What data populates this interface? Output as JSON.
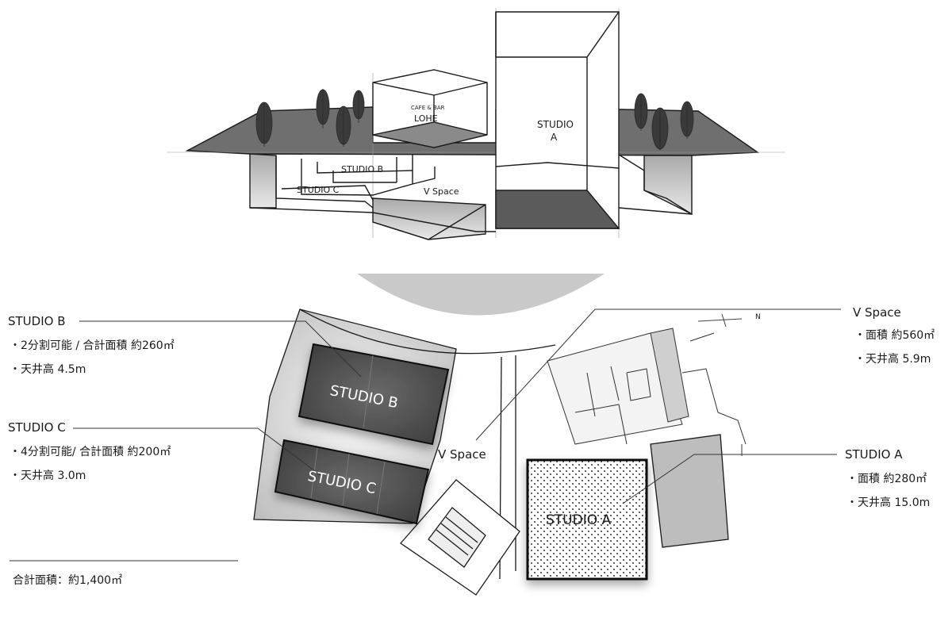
{
  "perspective": {
    "cafe_small": "CAFE & BAR",
    "cafe_name": "LOHE",
    "studio_a_line1": "STUDIO",
    "studio_a_line2": "A",
    "studio_b": "STUDIO B",
    "studio_c": "STUDIO C",
    "v_space": "V Space"
  },
  "plan": {
    "studio_b": "STUDIO B",
    "studio_c": "STUDIO C",
    "studio_a": "STUDIO A",
    "v_space": "V Space",
    "north_mark": "N"
  },
  "specs": {
    "studio_b": {
      "title": "STUDIO B",
      "lines": [
        "・2分割可能 / 合計面積 約260㎡",
        "・天井高 4.5m"
      ]
    },
    "studio_c": {
      "title": "STUDIO C",
      "lines": [
        "・4分割可能/ 合計面積 約200㎡",
        "・天井高 3.0m"
      ]
    },
    "v_space": {
      "title": "V Space",
      "lines": [
        "・面積 約560㎡",
        "・天井高 5.9m"
      ]
    },
    "studio_a": {
      "title": "STUDIO A",
      "lines": [
        "・面積 約280㎡",
        "・天井高 15.0m"
      ]
    },
    "total": "合計面積：約1,400㎡"
  },
  "colors": {
    "roof": "#6f6f6f",
    "studio_dark": "#3f3f3f",
    "site": "#d4d4d4",
    "line": "#1a1a1a"
  }
}
